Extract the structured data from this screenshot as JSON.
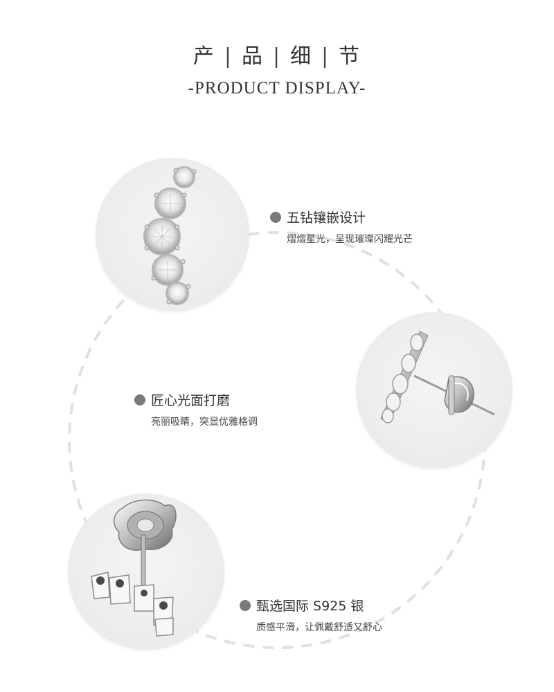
{
  "header": {
    "title_chars": [
      "产",
      "品",
      "细",
      "节"
    ],
    "separator": "|",
    "subtitle": "-PRODUCT DISPLAY-"
  },
  "features": [
    {
      "title": "五钻镶嵌设计",
      "desc": "熠熠星光，呈现璀璨闪耀光芒"
    },
    {
      "title": "匠心光面打磨",
      "desc": "亮丽吸睛，突显优雅格调"
    },
    {
      "title": "甄选国际 S925 银",
      "desc": "质感平滑，让佩戴舒适又舒心"
    }
  ],
  "colors": {
    "circle_bg": "#ededed",
    "dashed_ring": "#e2e2e2",
    "bullet": "#7a7a7a",
    "text": "#333333"
  },
  "icons": [
    "earring-front-image",
    "earring-side-image",
    "earring-back-image"
  ]
}
